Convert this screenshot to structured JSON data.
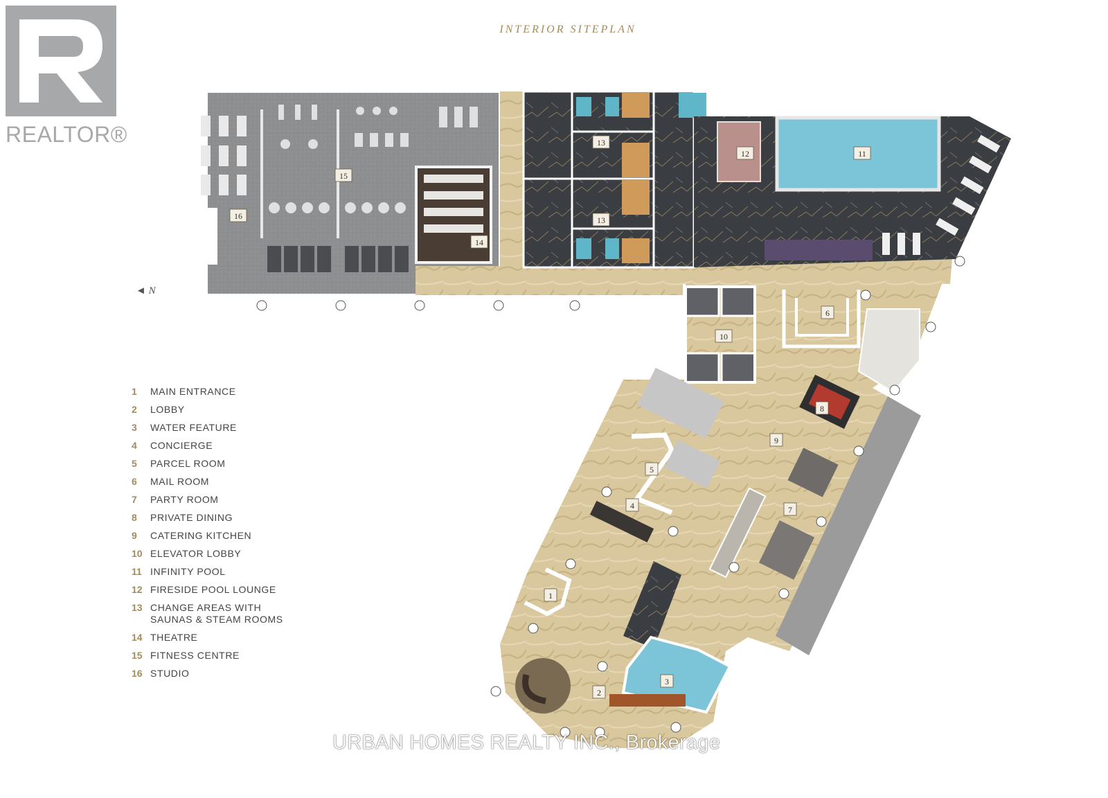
{
  "branding": {
    "logo_wordmark": "REALTOR®"
  },
  "title": "INTERIOR SITEPLAN",
  "compass": {
    "arrow": "◄",
    "label": "N"
  },
  "legend": [
    {
      "num": "1",
      "label": "MAIN ENTRANCE"
    },
    {
      "num": "2",
      "label": "LOBBY"
    },
    {
      "num": "3",
      "label": "WATER FEATURE"
    },
    {
      "num": "4",
      "label": "CONCIERGE"
    },
    {
      "num": "5",
      "label": "PARCEL ROOM"
    },
    {
      "num": "6",
      "label": "MAIL ROOM"
    },
    {
      "num": "7",
      "label": "PARTY ROOM"
    },
    {
      "num": "8",
      "label": "PRIVATE DINING"
    },
    {
      "num": "9",
      "label": "CATERING KITCHEN"
    },
    {
      "num": "10",
      "label": "ELEVATOR LOBBY"
    },
    {
      "num": "11",
      "label": "INFINITY POOL"
    },
    {
      "num": "12",
      "label": "FIRESIDE POOL LOUNGE"
    },
    {
      "num": "13",
      "label": "CHANGE AREAS WITH\nSAUNAS & STEAM ROOMS"
    },
    {
      "num": "14",
      "label": "THEATRE"
    },
    {
      "num": "15",
      "label": "FITNESS CENTRE"
    },
    {
      "num": "16",
      "label": "STUDIO"
    }
  ],
  "room_markers": [
    "1",
    "2",
    "3",
    "4",
    "5",
    "6",
    "7",
    "8",
    "9",
    "10",
    "11",
    "12",
    "13",
    "13",
    "14",
    "15",
    "16"
  ],
  "watermark": "URBAN HOMES REALTY INC., Brokerage",
  "colors": {
    "accent_gold": "#a58b5a",
    "fitness_floor": "#8e8f91",
    "stone_floor": "#d8c8a0",
    "dark_marble": "#3c3f44",
    "pool_water": "#7cc4d8",
    "concrete_terrace": "#9b9b9b"
  }
}
